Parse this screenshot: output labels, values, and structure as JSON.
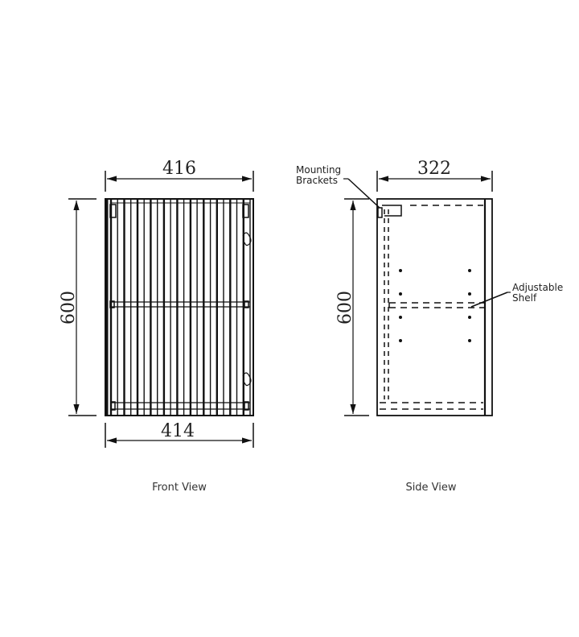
{
  "front_view": {
    "caption": "Front View",
    "width_top_dim": "416",
    "width_bottom_dim": "414",
    "height_dim": "600",
    "slat_count": 22
  },
  "side_view": {
    "caption": "Side View",
    "depth_dim": "322",
    "height_dim": "600",
    "callouts": {
      "mounting_brackets_line1": "Mounting",
      "mounting_brackets_line2": "Brackets",
      "adjustable_shelf_line1": "Adjustable",
      "adjustable_shelf_line2": "Shelf"
    }
  },
  "colors": {
    "line": "#111111",
    "background": "#ffffff"
  }
}
